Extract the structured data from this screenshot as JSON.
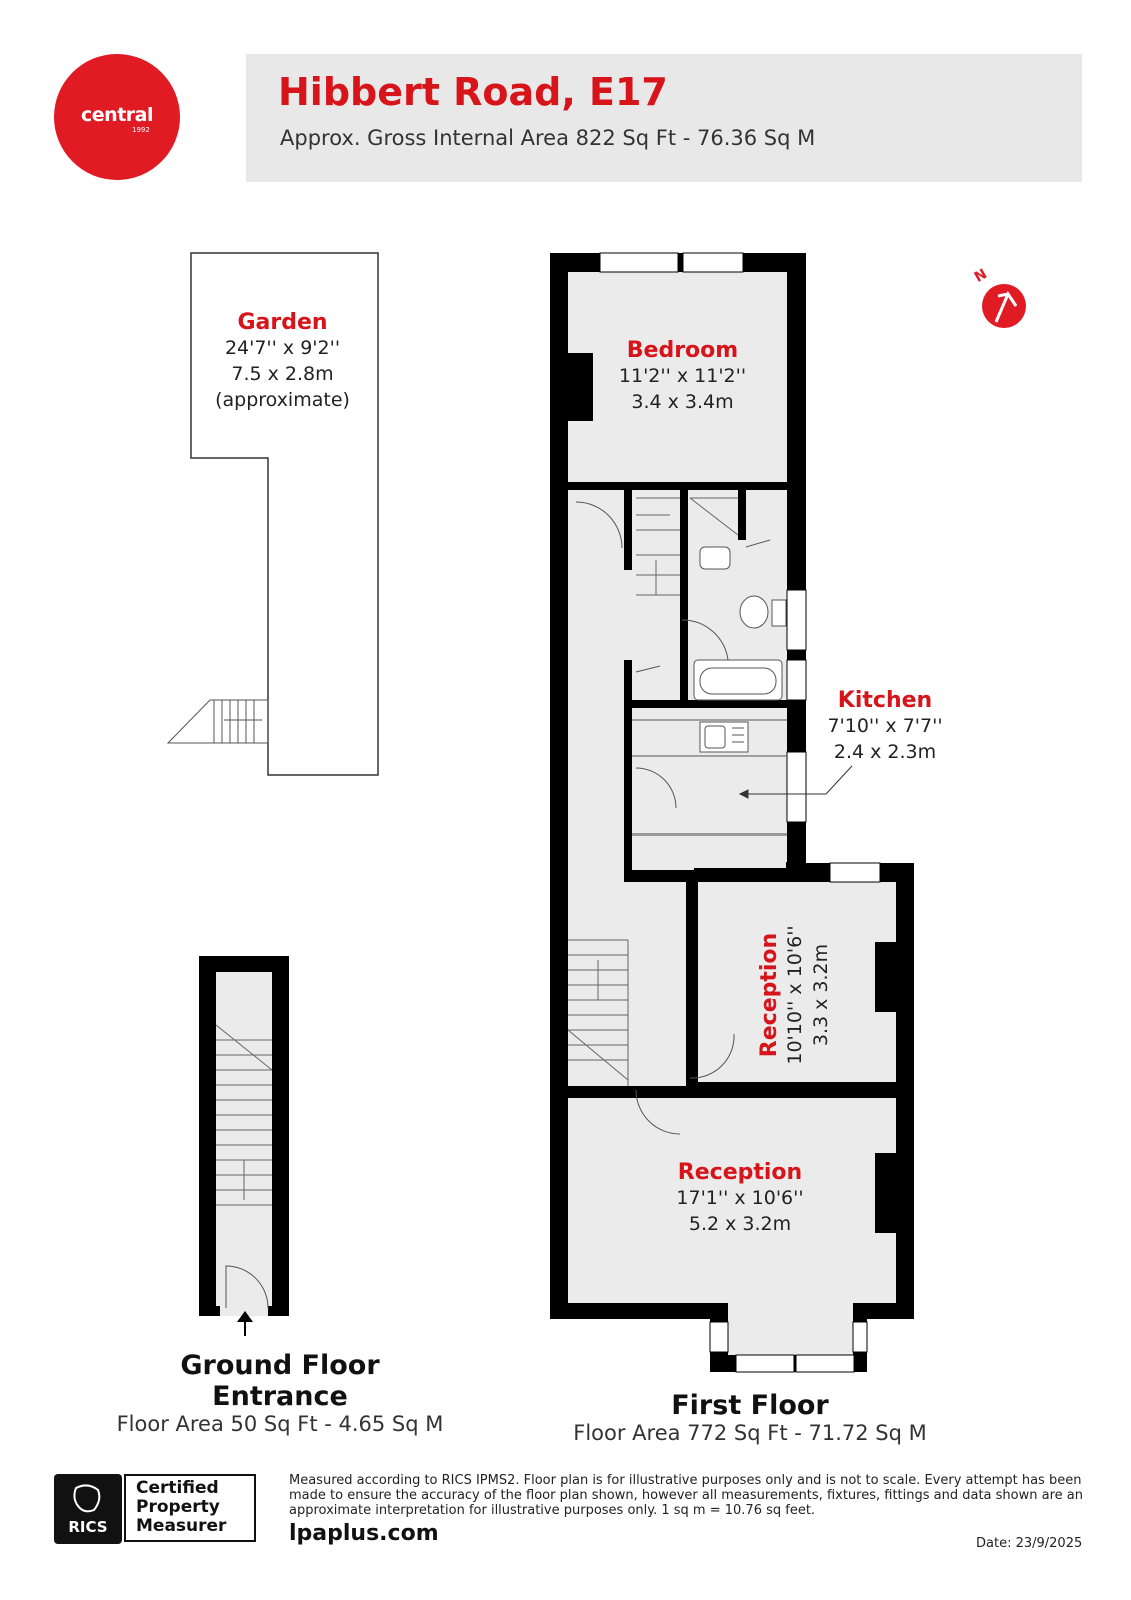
{
  "logo": {
    "text": "central",
    "sub": "1992"
  },
  "header": {
    "title": "Hibbert Road, E17",
    "subtitle": "Approx. Gross Internal Area 822 Sq Ft - 76.36 Sq M"
  },
  "compass": {
    "label": "N"
  },
  "rooms": {
    "garden": {
      "name": "Garden",
      "dim_imperial": "24'7'' x 9'2''",
      "dim_metric": "7.5 x 2.8m",
      "note": "(approximate)"
    },
    "bedroom": {
      "name": "Bedroom",
      "dim_imperial": "11'2'' x 11'2''",
      "dim_metric": "3.4 x 3.4m"
    },
    "kitchen": {
      "name": "Kitchen",
      "dim_imperial": "7'10'' x 7'7''",
      "dim_metric": "2.4 x 2.3m"
    },
    "reception_side": {
      "name": "Reception",
      "dim_imperial": "10'10'' x 10'6''",
      "dim_metric": "3.3 x 3.2m"
    },
    "reception_main": {
      "name": "Reception",
      "dim_imperial": "17'1'' x 10'6''",
      "dim_metric": "5.2 x 3.2m"
    }
  },
  "floors": {
    "ground": {
      "title_line1": "Ground Floor",
      "title_line2": "Entrance",
      "area": "Floor Area 50 Sq Ft - 4.65 Sq M"
    },
    "first": {
      "title": "First Floor",
      "area": "Floor Area 772 Sq Ft - 71.72 Sq M"
    }
  },
  "footer": {
    "rics_label": "RICS",
    "cert_line1": "Certified",
    "cert_line2": "Property",
    "cert_line3": "Measurer",
    "disclaimer": "Measured according to RICS IPMS2. Floor plan is for illustrative purposes only and is not to scale. Every attempt has been made to ensure the accuracy of the floor plan shown, however all measurements, fixtures, fittings and data shown are an approximate interpretation for illustrative purposes only. 1 sq m = 10.76 sq feet.",
    "site": "lpaplus.com",
    "date": "Date: 23/9/2025"
  },
  "colors": {
    "brand_red": "#e01b24",
    "title_red": "#d7141a",
    "wall": "#000000",
    "floor_fill": "#ebebeb"
  }
}
